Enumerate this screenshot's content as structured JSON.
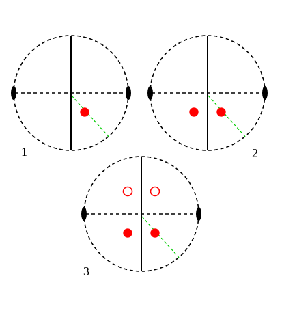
{
  "colors": {
    "outline": "#000000",
    "dot": "#ff0000",
    "diagonal": "#00cc00"
  },
  "panels": [
    {
      "label": "1",
      "dots": [
        {
          "quadrant": "lower-right",
          "filled": true
        }
      ]
    },
    {
      "label": "2",
      "dots": [
        {
          "quadrant": "lower-left",
          "filled": true
        },
        {
          "quadrant": "lower-right",
          "filled": true
        }
      ]
    },
    {
      "label": "3",
      "dots": [
        {
          "quadrant": "upper-left",
          "filled": false
        },
        {
          "quadrant": "upper-right",
          "filled": false
        },
        {
          "quadrant": "lower-left",
          "filled": true
        },
        {
          "quadrant": "lower-right",
          "filled": true
        }
      ]
    }
  ]
}
